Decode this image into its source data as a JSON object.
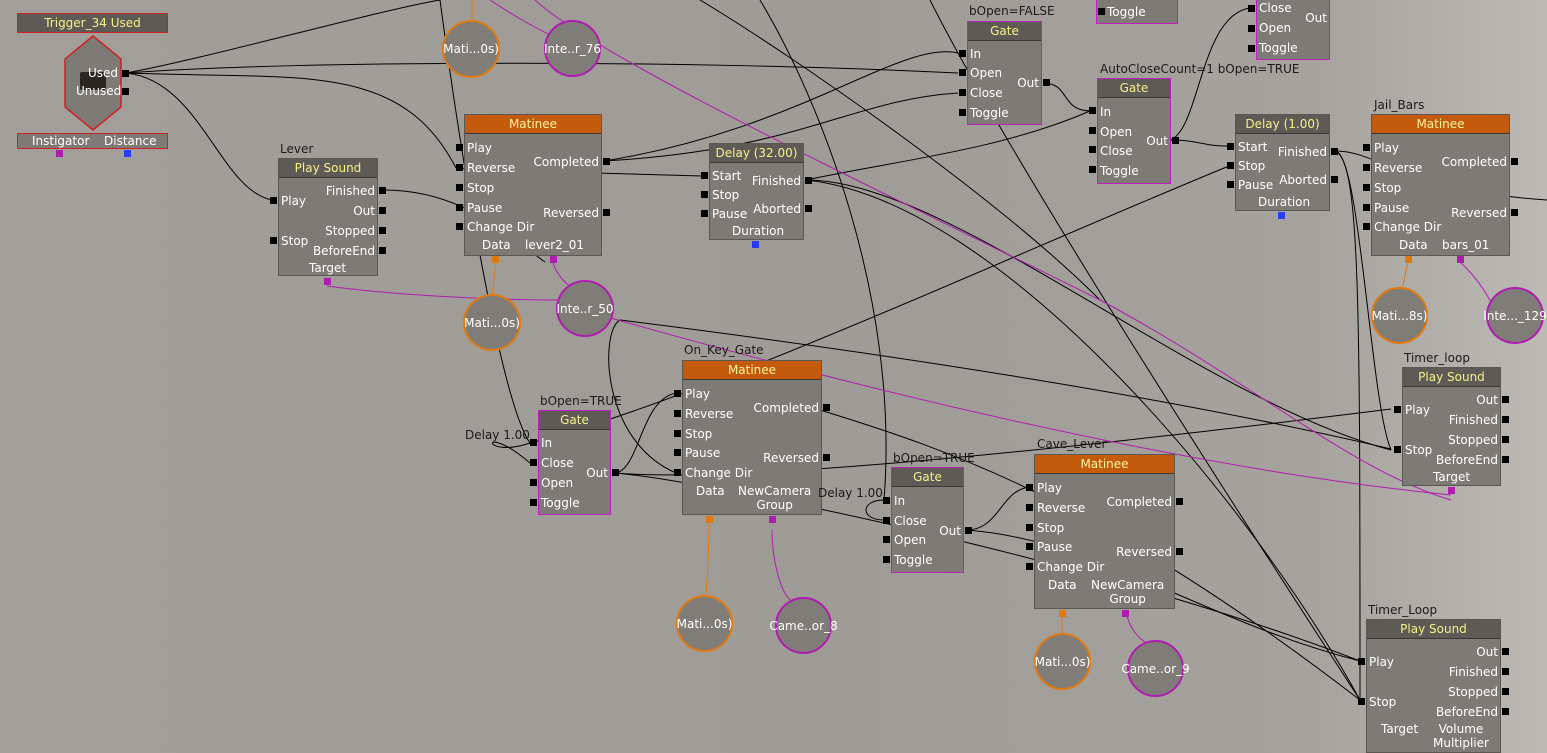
{
  "trigger": {
    "title": "Trigger_34 Used",
    "out_used": "Used",
    "out_unused": "Unused",
    "var_instigator": "Instigator",
    "var_distance": "Distance"
  },
  "lever_sound": {
    "caption": "Lever",
    "title": "Play Sound",
    "in_play": "Play",
    "in_stop": "Stop",
    "out_finished": "Finished",
    "out_out": "Out",
    "out_stopped": "Stopped",
    "out_beforeend": "BeforeEnd",
    "var_target": "Target"
  },
  "matinee_lever": {
    "title": "Matinee",
    "in": [
      "Play",
      "Reverse",
      "Stop",
      "Pause",
      "Change Dir"
    ],
    "out_completed": "Completed",
    "out_reversed": "Reversed",
    "var_data": "Data",
    "var_group": "lever2_01"
  },
  "delay32": {
    "title": "Delay (32.00)",
    "in": [
      "Start",
      "Stop",
      "Pause"
    ],
    "out_finished": "Finished",
    "out_aborted": "Aborted",
    "var_duration": "Duration"
  },
  "gate_top": {
    "caption": "bOpen=FALSE",
    "title": "Gate",
    "in": [
      "In",
      "Open",
      "Close",
      "Toggle"
    ],
    "out": "Out"
  },
  "gate_auto": {
    "caption": "AutoCloseCount=1 bOpen=TRUE",
    "title": "Gate",
    "in": [
      "In",
      "Open",
      "Close",
      "Toggle"
    ],
    "out": "Out"
  },
  "partial_top": {
    "toggle": "Toggle"
  },
  "partial_topright": {
    "in": [
      "Close",
      "Open",
      "Toggle"
    ],
    "out": "Out"
  },
  "delay1": {
    "title": "Delay (1.00)",
    "in": [
      "Start",
      "Stop",
      "Pause"
    ],
    "out_finished": "Finished",
    "out_aborted": "Aborted",
    "var_duration": "Duration"
  },
  "matinee_jail": {
    "caption": "Jail_Bars",
    "title": "Matinee",
    "in": [
      "Play",
      "Reverse",
      "Stop",
      "Pause",
      "Change Dir"
    ],
    "out_completed": "Completed",
    "out_reversed": "Reversed",
    "var_data": "Data",
    "var_group": "bars_01"
  },
  "gate_left": {
    "caption": "bOpen=TRUE",
    "title": "Gate",
    "in": [
      "In",
      "Close",
      "Open",
      "Toggle"
    ],
    "out": "Out",
    "delay_label": "Delay 1.00"
  },
  "matinee_key": {
    "caption": "On_Key_Gate",
    "title": "Matinee",
    "in": [
      "Play",
      "Reverse",
      "Stop",
      "Pause",
      "Change Dir"
    ],
    "out_completed": "Completed",
    "out_reversed": "Reversed",
    "var_data": "Data",
    "var_group": "NewCamera\nGroup"
  },
  "gate_mid": {
    "caption": "bOpen=TRUE",
    "title": "Gate",
    "in": [
      "In",
      "Close",
      "Open",
      "Toggle"
    ],
    "out": "Out",
    "delay_label": "Delay 1.00"
  },
  "matinee_cave": {
    "caption": "Cave_Lever",
    "title": "Matinee",
    "in": [
      "Play",
      "Reverse",
      "Stop",
      "Pause",
      "Change Dir"
    ],
    "out_completed": "Completed",
    "out_reversed": "Reversed",
    "var_data": "Data",
    "var_group": "NewCamera\nGroup"
  },
  "sound_timer1": {
    "caption": "Timer_loop",
    "title": "Play Sound",
    "in_play": "Play",
    "in_stop": "Stop",
    "out": [
      "Out",
      "Finished",
      "Stopped",
      "BeforeEnd"
    ],
    "var_target": "Target"
  },
  "sound_timer2": {
    "caption": "Timer_Loop",
    "title": "Play Sound",
    "in_play": "Play",
    "in_stop": "Stop",
    "out": [
      "Out",
      "Finished",
      "Stopped",
      "BeforeEnd"
    ],
    "var_target": "Target",
    "var_volume": "Volume\nMultiplier"
  },
  "vars": {
    "mati_top": "Mati...0s)",
    "inte_76": "Inte..r_76",
    "mati_lever": "Mati...0s)",
    "inte_50": "Inte..r_50",
    "mati_jail": "Mati...8s)",
    "inte_129": "Inte..._129",
    "mati_key": "Mati...0s)",
    "came_8": "Came..or_8",
    "mati_cave": "Mati...0s)",
    "came_9": "Came..or_9"
  }
}
